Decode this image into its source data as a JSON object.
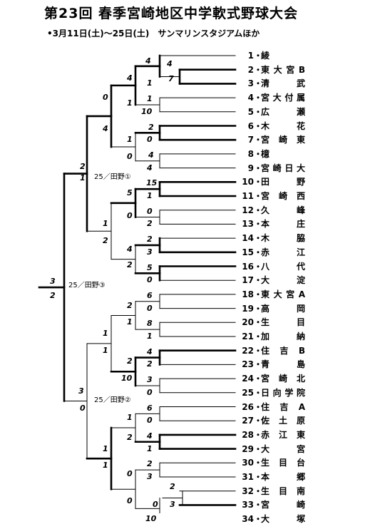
{
  "header": {
    "title": "第23回 春季宮崎地区中学軟式野球大会",
    "subtitle": "•3月11日(土)〜25日(土)　サンマリンスタジアムほか"
  },
  "teams": [
    {
      "num": "1",
      "name": "綾"
    },
    {
      "num": "2",
      "name": "東大宮B"
    },
    {
      "num": "3",
      "name": "清武"
    },
    {
      "num": "4",
      "name": "宮大付属"
    },
    {
      "num": "5",
      "name": "広瀬"
    },
    {
      "num": "6",
      "name": "木花"
    },
    {
      "num": "7",
      "name": "宮崎東"
    },
    {
      "num": "8",
      "name": "檍"
    },
    {
      "num": "9",
      "name": "宮崎日大"
    },
    {
      "num": "10",
      "name": "田野"
    },
    {
      "num": "11",
      "name": "宮崎西"
    },
    {
      "num": "12",
      "name": "久峰"
    },
    {
      "num": "13",
      "name": "本庄"
    },
    {
      "num": "14",
      "name": "木脇"
    },
    {
      "num": "15",
      "name": "赤江"
    },
    {
      "num": "16",
      "name": "八代"
    },
    {
      "num": "17",
      "name": "大淀"
    },
    {
      "num": "18",
      "name": "東大宮A"
    },
    {
      "num": "19",
      "name": "高岡"
    },
    {
      "num": "20",
      "name": "生目"
    },
    {
      "num": "21",
      "name": "加納"
    },
    {
      "num": "22",
      "name": "住吉B"
    },
    {
      "num": "23",
      "name": "青島"
    },
    {
      "num": "24",
      "name": "宮崎北"
    },
    {
      "num": "25",
      "name": "日向学院"
    },
    {
      "num": "26",
      "name": "住吉A"
    },
    {
      "num": "27",
      "name": "佐土原"
    },
    {
      "num": "28",
      "name": "赤江東"
    },
    {
      "num": "29",
      "name": "大宮"
    },
    {
      "num": "30",
      "name": "生目台"
    },
    {
      "num": "31",
      "name": "本郷"
    },
    {
      "num": "32",
      "name": "生目南"
    },
    {
      "num": "33",
      "name": "宮崎"
    },
    {
      "num": "34",
      "name": "大塚"
    }
  ],
  "scores": [
    {
      "id": "r1a",
      "text": "4"
    },
    {
      "id": "r1b",
      "text": "7"
    },
    {
      "id": "r2a",
      "text": "4"
    },
    {
      "id": "r2b",
      "text": "1"
    },
    {
      "id": "r2c",
      "text": "1"
    },
    {
      "id": "r2d",
      "text": "10"
    },
    {
      "id": "r2e",
      "text": "2"
    },
    {
      "id": "r2f",
      "text": "0"
    },
    {
      "id": "r2g",
      "text": "4"
    },
    {
      "id": "r2h",
      "text": "4"
    },
    {
      "id": "r2i",
      "text": "15"
    },
    {
      "id": "r2j",
      "text": "1"
    },
    {
      "id": "r2k",
      "text": "0"
    },
    {
      "id": "r2l",
      "text": "2"
    },
    {
      "id": "r2m",
      "text": "2"
    },
    {
      "id": "r2n",
      "text": "3"
    },
    {
      "id": "r2o",
      "text": "5"
    },
    {
      "id": "r2p",
      "text": "0"
    },
    {
      "id": "r2q",
      "text": "6"
    },
    {
      "id": "r2r",
      "text": "0"
    },
    {
      "id": "r2s",
      "text": "8"
    },
    {
      "id": "r2t",
      "text": "1"
    },
    {
      "id": "r2u",
      "text": "4"
    },
    {
      "id": "r2v",
      "text": "2"
    },
    {
      "id": "r2w",
      "text": "3"
    },
    {
      "id": "r2x",
      "text": "0"
    },
    {
      "id": "r2y",
      "text": "6"
    },
    {
      "id": "r2z",
      "text": "0"
    },
    {
      "id": "r2aa",
      "text": "4"
    },
    {
      "id": "r2ab",
      "text": "1"
    },
    {
      "id": "r2ac",
      "text": "2"
    },
    {
      "id": "r2ad",
      "text": "3"
    },
    {
      "id": "r1c",
      "text": "2"
    },
    {
      "id": "r1d",
      "text": "3"
    },
    {
      "id": "r2ae",
      "text": "0"
    },
    {
      "id": "r2af",
      "text": "10"
    },
    {
      "id": "r3a",
      "text": "4"
    },
    {
      "id": "r3b",
      "text": "1"
    },
    {
      "id": "r3c",
      "text": "1"
    },
    {
      "id": "r3d",
      "text": "0"
    },
    {
      "id": "r3e",
      "text": "5"
    },
    {
      "id": "r3f",
      "text": "0"
    },
    {
      "id": "r3g",
      "text": "4"
    },
    {
      "id": "r3h",
      "text": "2"
    },
    {
      "id": "r3i",
      "text": "2"
    },
    {
      "id": "r3j",
      "text": "1"
    },
    {
      "id": "r3k",
      "text": "2"
    },
    {
      "id": "r3l",
      "text": "10"
    },
    {
      "id": "r3m",
      "text": "1"
    },
    {
      "id": "r3n",
      "text": "2"
    },
    {
      "id": "r3o",
      "text": "0"
    },
    {
      "id": "r3p",
      "text": "0"
    },
    {
      "id": "r4a",
      "text": "0"
    },
    {
      "id": "r4b",
      "text": "4"
    },
    {
      "id": "r4c",
      "text": "1"
    },
    {
      "id": "r4d",
      "text": "2"
    },
    {
      "id": "r4e",
      "text": "1"
    },
    {
      "id": "r4f",
      "text": "1"
    },
    {
      "id": "r4g",
      "text": "1"
    },
    {
      "id": "r4h",
      "text": "1"
    },
    {
      "id": "r5a",
      "text": "2"
    },
    {
      "id": "r5b",
      "text": "1"
    },
    {
      "id": "r5c",
      "text": "3"
    },
    {
      "id": "r5d",
      "text": "0"
    },
    {
      "id": "r6a",
      "text": "3"
    },
    {
      "id": "r6b",
      "text": "2"
    }
  ],
  "venues": [
    {
      "id": "v1",
      "text": "25／田野①"
    },
    {
      "id": "v2",
      "text": "25／田野③"
    },
    {
      "id": "v3",
      "text": "25／田野②"
    }
  ]
}
